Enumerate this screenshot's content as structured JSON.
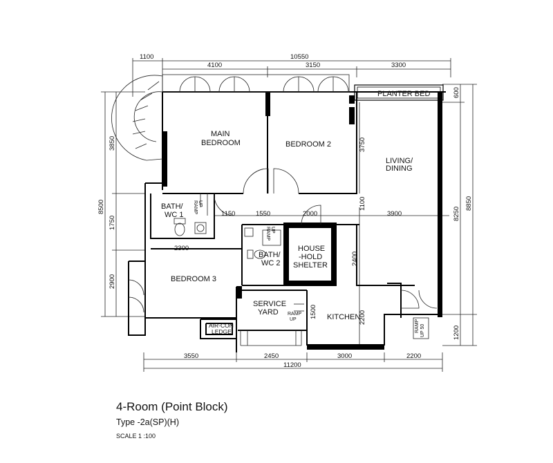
{
  "plan": {
    "title": "4-Room (Point Block)",
    "type_label": "Type -2a(SP)(H)",
    "scale_label": "SCALE 1 :100",
    "rooms": {
      "main_bedroom": [
        "MAIN",
        "BEDROOM"
      ],
      "bedroom_2": "BEDROOM 2",
      "living_dining": [
        "LIVING/",
        "DINING"
      ],
      "planter_bed": "PLANTER BED",
      "bath_wc_1": [
        "BATH/",
        "WC 1"
      ],
      "bath_wc_2": [
        "BATH/",
        "WC 2"
      ],
      "household_shelter": [
        "HOUSE",
        "-HOLD",
        "SHELTER"
      ],
      "bedroom_3": "BEDROOM 3",
      "service_yard": [
        "SERVICE",
        "YARD"
      ],
      "kitchen": "KITCHEN",
      "aircon_ledge": [
        "AIR-CON",
        "LEDGE"
      ]
    },
    "ramps": {
      "ramp_up_1": [
        "RAMP",
        "UP"
      ],
      "ramp_up_2": [
        "RAMP",
        "UP"
      ],
      "ramp_up_3": [
        "RAMP",
        "UP"
      ],
      "ramp_up_50": [
        "RAMP",
        "UP 50"
      ]
    },
    "dimensions": {
      "top_1100": "1100",
      "top_10550": "10550",
      "top_4100": "4100",
      "top_3150": "3150",
      "top_3300": "3300",
      "bottom_3550": "3550",
      "bottom_2450": "2450",
      "bottom_3000": "3000",
      "bottom_2200": "2200",
      "bottom_11200": "11200",
      "left_3850": "3850",
      "left_8500": "8500",
      "left_1750": "1750",
      "left_2900": "2900",
      "right_600": "600",
      "right_8250": "8250",
      "right_8850": "8850",
      "right_1200": "1200",
      "inner_1150": "1150",
      "inner_1550": "1550",
      "inner_2000": "2000",
      "inner_1100": "1100",
      "inner_3900": "3900",
      "inner_3750": "3750",
      "inner_2300": "2300",
      "inner_2400": "2400",
      "inner_2200": "2200",
      "inner_1500": "1500"
    }
  }
}
